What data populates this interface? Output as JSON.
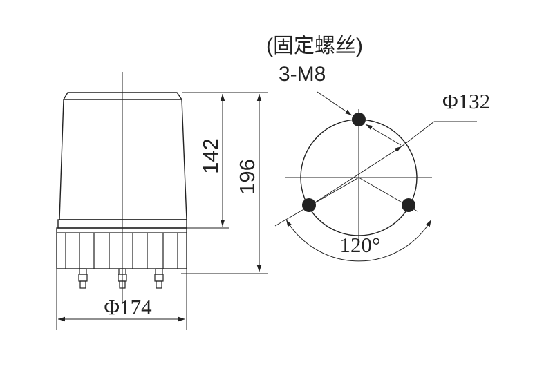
{
  "colors": {
    "line": "#222222",
    "background": "#ffffff"
  },
  "side_view": {
    "height_body": "142",
    "height_total": "196",
    "diameter": "Φ174"
  },
  "top_view": {
    "note": "(固定螺丝)",
    "screw_spec": "3-M8",
    "bolt_circle": "Φ132",
    "angle": "120°"
  }
}
